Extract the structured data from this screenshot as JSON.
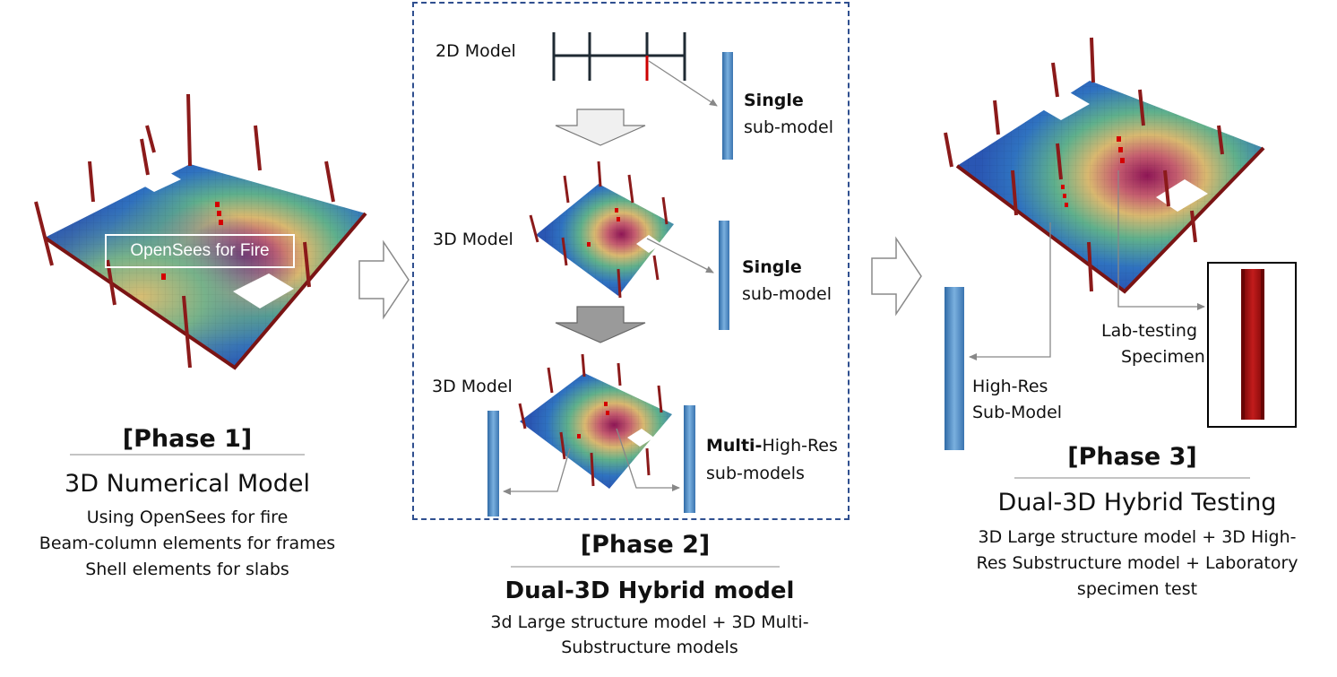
{
  "phase1": {
    "overlay_label": "OpenSees for Fire",
    "title": "[Phase 1]",
    "subtitle": "3D Numerical Model",
    "lines": [
      "Using OpenSees for fire",
      "Beam-column elements for frames",
      "Shell elements for slabs"
    ]
  },
  "phase2": {
    "model_2d_label": "2D Model",
    "model_3d_label_a": "3D Model",
    "model_3d_label_b": "3D Model",
    "single_a_bold": "Single",
    "single_a_rest": "sub-model",
    "single_b_bold": "Single",
    "single_b_rest": "sub-model",
    "multi_bold": "Multi-",
    "multi_rest_1": "High-Res",
    "multi_rest_2": "sub-models",
    "title": "[Phase 2]",
    "subtitle": "Dual-3D Hybrid model",
    "lines": [
      "3d Large structure model + 3D Multi-",
      "Substructure models"
    ]
  },
  "phase3": {
    "lab_label_1": "Lab-testing",
    "lab_label_2": "Specimen",
    "highres_label_1": "High-Res",
    "highres_label_2": "Sub-Model",
    "title": "[Phase 3]",
    "subtitle": "Dual-3D Hybrid Testing",
    "lines": [
      "3D Large structure model + 3D High-",
      "Res Substructure model + Laboratory",
      "specimen test"
    ]
  },
  "colors": {
    "frame": "#8b1a1a",
    "slab_cold": "#2a5bb8",
    "slab_hot": "#9b1b5a",
    "member_blue": "#4a86c0",
    "specimen_red": "#a50f0f",
    "dash_border": "#2f4f8f"
  }
}
